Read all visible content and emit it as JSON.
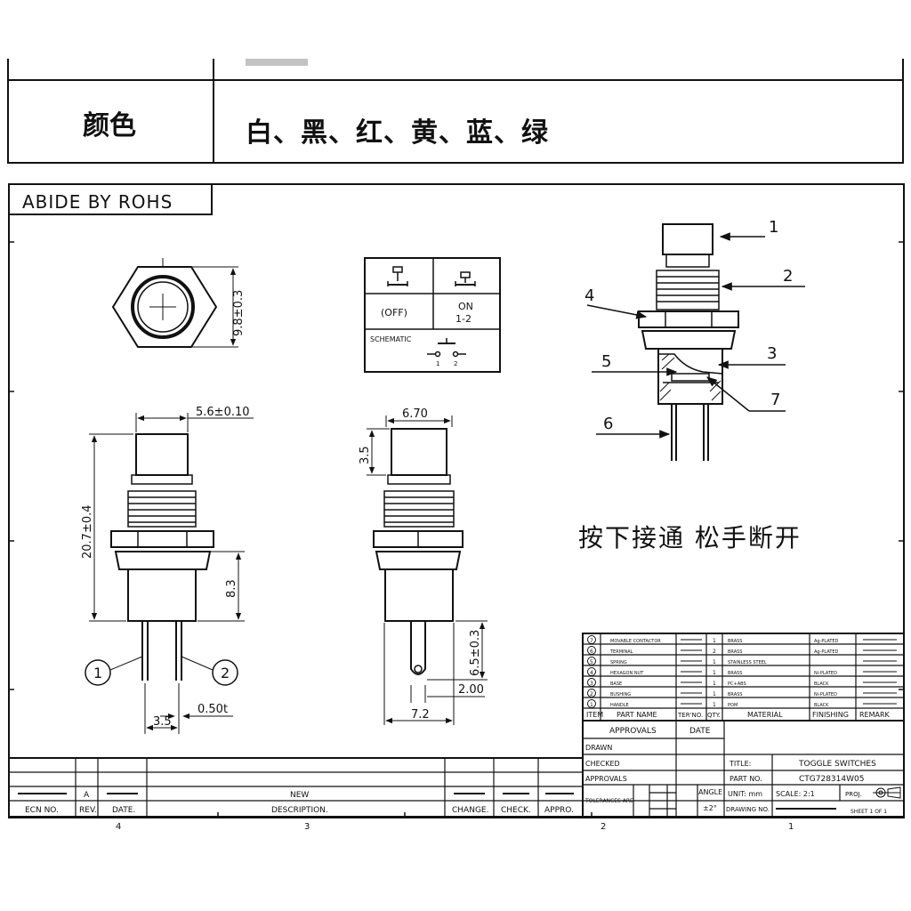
{
  "color_row": {
    "label": "颜色",
    "values": "白、黑、红、黄、蓝、绿"
  },
  "rohs": "ABIDE BY ROHS",
  "note_cn": "按下接通 松手断开",
  "switch_table": {
    "off": "(OFF)",
    "on": "ON",
    "on_pins": "1-2",
    "schematic": "SCHEMATIC",
    "pin1": "1",
    "pin2": "2"
  },
  "dims": {
    "hex_dia": "9.8±0.3",
    "cap_width": "5.6±0.10",
    "total_height": "20.7±0.4",
    "body_height": "8.3",
    "pin_spacing": "3.5",
    "pin_thickness": "0.50t",
    "side_width": "6.70",
    "cap_height": "3.5",
    "pin_length": "6.5±0.3",
    "pin_width": "2.00",
    "base_width": "7.2",
    "pin_label_1": "1",
    "pin_label_2": "2"
  },
  "callouts": [
    "1",
    "2",
    "3",
    "4",
    "5",
    "6",
    "7"
  ],
  "bom": {
    "rows": [
      {
        "item": "7",
        "name": "MOVABLE CONTACTOR",
        "qty": "1",
        "material": "BRASS",
        "finishing": "Ag-PLATED"
      },
      {
        "item": "6",
        "name": "TERMINAL",
        "qty": "2",
        "material": "BRASS",
        "finishing": "Ag-PLATED"
      },
      {
        "item": "5",
        "name": "SPRING",
        "qty": "1",
        "material": "STAINLESS STEEL",
        "finishing": ""
      },
      {
        "item": "4",
        "name": "HEXAGON NUT",
        "qty": "1",
        "material": "BRASS",
        "finishing": "Ni-PLATED"
      },
      {
        "item": "3",
        "name": "BASE",
        "qty": "1",
        "material": "PC+ABS",
        "finishing": "BLACK"
      },
      {
        "item": "2",
        "name": "BUSHING",
        "qty": "1",
        "material": "BRASS",
        "finishing": "Ni-PLATED"
      },
      {
        "item": "1",
        "name": "HANDLE",
        "qty": "1",
        "material": "POM",
        "finishing": "BLACK"
      }
    ],
    "header": {
      "item": "ITEM",
      "name": "PART NAME",
      "ter": "TER'NO.",
      "qty": "QTY.",
      "material": "MATERIAL",
      "finishing": "FINISHING",
      "remark": "REMARK"
    }
  },
  "title_block": {
    "approvals": "APPROVALS",
    "date": "DATE",
    "drawn": "DRAWN",
    "checked": "CHECKED",
    "approvals2": "APPROVALS",
    "title_label": "TITLE:",
    "title_value": "TOGGLE SWITCHES",
    "part_no_label": "PART NO.",
    "part_no_value": "CTG728314W05",
    "tolerances": "TOLERANCES ARE",
    "angle": "ANGLE",
    "angle_val": "±2°",
    "unit": "UNIT: mm",
    "scale": "SCALE: 2:1",
    "proj": "PROJ.",
    "drawing_no": "DRAWING NO.",
    "sheet": "SHEET 1 OF 1"
  },
  "revision_block": {
    "ecn": "ECN NO.",
    "rev": "REV.",
    "date": "DATE.",
    "rev_val": "A",
    "new": "NEW",
    "description": "DESCRIPTION.",
    "change": "CHANGE.",
    "check": "CHECK.",
    "appro": "APPRO."
  },
  "zones": [
    "4",
    "3",
    "2",
    "1"
  ]
}
